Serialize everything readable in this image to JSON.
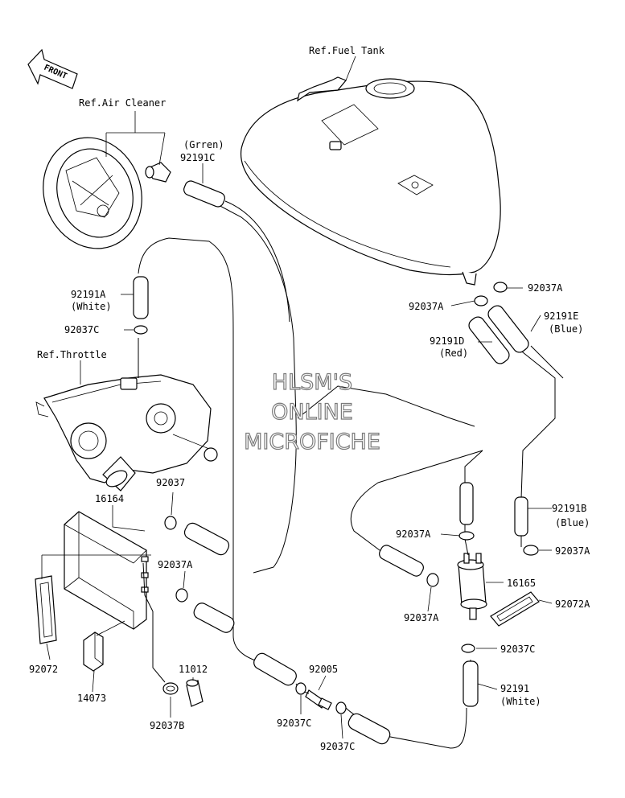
{
  "front_label": "FRONT",
  "watermark": {
    "line1": "HLSM'S",
    "line2": "ONLINE",
    "line3": "MICROFICHE"
  },
  "labels": {
    "ref_fuel_tank": "Ref.Fuel Tank",
    "ref_air_cleaner": "Ref.Air Cleaner",
    "ref_throttle": "Ref.Throttle",
    "grren": "(Grren)",
    "p92191C": "92191C",
    "p92191A": "92191A",
    "white_a": "(White)",
    "p92037C_top": "92037C",
    "p92037A_tank_r": "92037A",
    "p92037A_tank_l": "92037A",
    "p92191E": "92191E",
    "blue_e": "(Blue)",
    "p92191D": "92191D",
    "red_d": "(Red)",
    "p92037": "92037",
    "p16164": "16164",
    "p92037A_mid": "92037A",
    "p92191B": "92191B",
    "blue_b": "(Blue)",
    "p92037A_filter_l": "92037A",
    "p92037A_filter_r": "92037A",
    "p16165": "16165",
    "p92037A_low": "92037A",
    "p92072A": "92072A",
    "p92037C_filter": "92037C",
    "p92072": "92072",
    "p14073": "14073",
    "p11012": "11012",
    "p92005": "92005",
    "p92191": "92191",
    "white_bottom": "(White)",
    "p92037B": "92037B",
    "p92037C_bot_l": "92037C",
    "p92037C_bot_r": "92037C"
  }
}
